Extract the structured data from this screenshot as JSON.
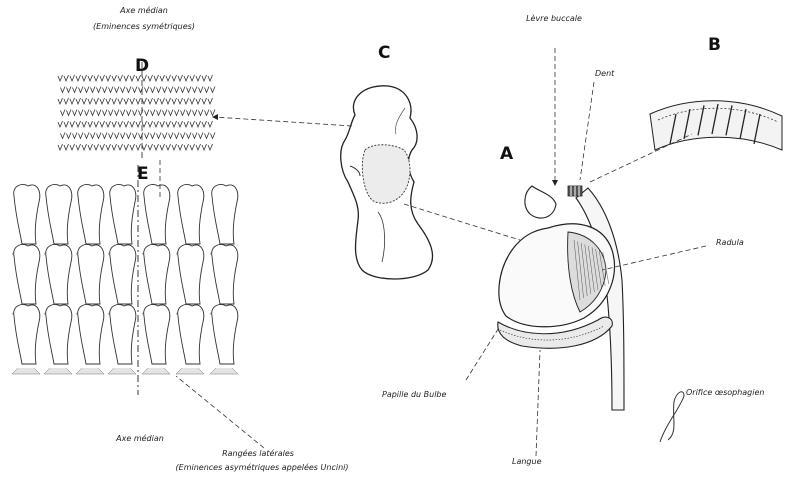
{
  "figure_letters": {
    "a": "A",
    "b": "B",
    "c": "C",
    "d": "D",
    "e": "E"
  },
  "labels": {
    "axe_median_top": "Axe médian",
    "eminences_symetriques": "(Eminences symétriques)",
    "levre_buccale": "Lèvre buccale",
    "dent": "Dent",
    "radula": "Radula",
    "papille_du_bulbe": "Papille du Bulbe",
    "orifice_oesophagien": "Orifice œsophagien",
    "langue": "Langue",
    "axe_median_bottom": "Axe médian",
    "rangees_laterales": "Rangées latérales",
    "eminences_asymetriques": "(Eminences asymétriques appelées Uncini)"
  },
  "colors": {
    "ink": "#222222",
    "background": "#ffffff"
  }
}
